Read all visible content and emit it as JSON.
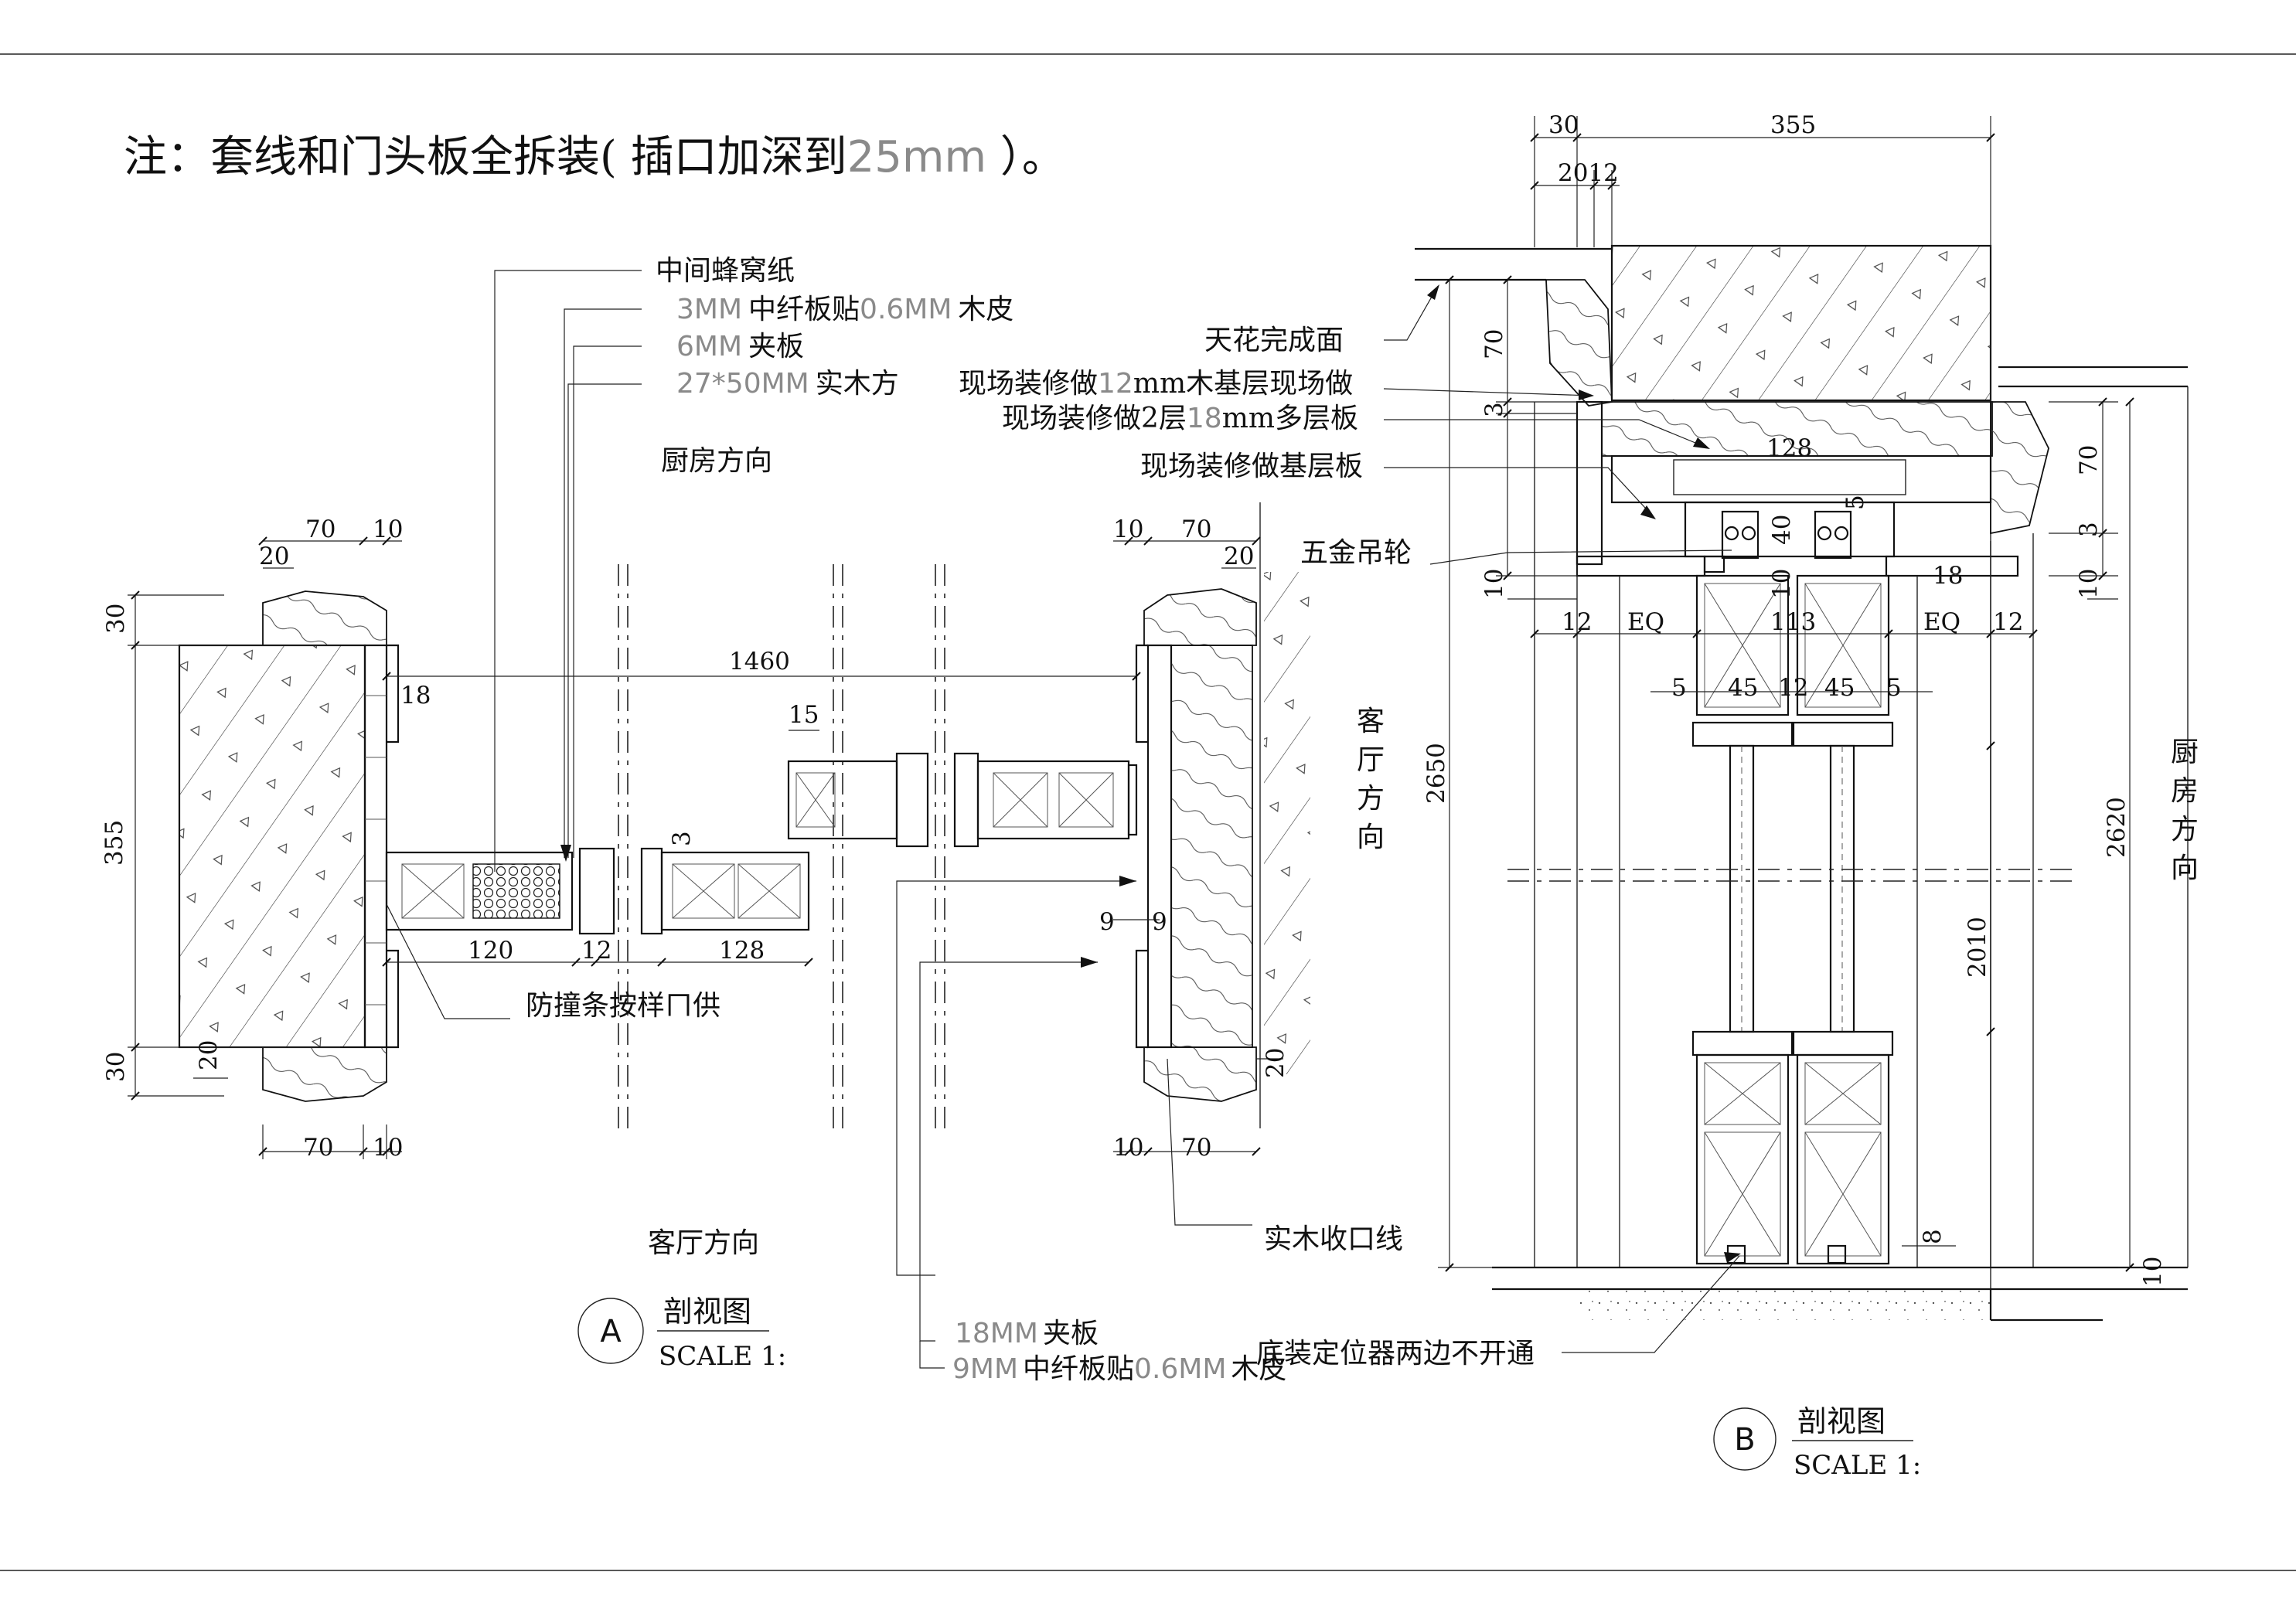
{
  "note": {
    "part1": "注：套线和门头板全拆装( 插口加深到",
    "part2": "25mm",
    "part3": " ）。"
  },
  "section_a": {
    "labels": {
      "honeycomb": "中间蜂窝纸",
      "mdf_3mm_a": "3MM",
      "mdf_3mm_b": "中纤板贴",
      "mdf_3mm_c": "0.6MM",
      "mdf_3mm_d": "木皮",
      "plywood_6mm_a": "6MM",
      "plywood_6mm_b": "夹板",
      "timber_a": "27*50MM",
      "timber_b": "实木方",
      "kitchen_dir": "厨房方向",
      "living_dir": "客厅方向",
      "living_vertical": [
        "客",
        "厅",
        "方",
        "向"
      ],
      "bump_strip": "防撞条按样ㄇ供",
      "trim": "实木收口线",
      "ply_18mm_a": "18MM",
      "ply_18mm_b": "夹板",
      "mdf_9mm_a": "9MM",
      "mdf_9mm_b": "中纤板贴",
      "mdf_9mm_c": "0.6MM",
      "mdf_9mm_d": "木皮"
    },
    "dims": {
      "d70_tl": "70",
      "d10_tl": "10",
      "d20_tl": "20",
      "d30_top": "30",
      "d355": "355",
      "d30_bot": "30",
      "d20_bl": "20",
      "d70_bl": "70",
      "d10_bl": "10",
      "d18": "18",
      "d1460": "1460",
      "d15": "15",
      "d3": "3",
      "d120": "120",
      "d12": "12",
      "d128": "128",
      "d10_tr": "10",
      "d70_tr": "70",
      "d20_tr": "20",
      "d9a": "9",
      "d9b": "9",
      "d10_br": "10",
      "d70_br": "70",
      "d20_br": "20"
    },
    "title": "剖视图",
    "scale": "SCALE 1:",
    "symbol": "A"
  },
  "section_b": {
    "labels": {
      "ceiling": "天花完成面",
      "site_12mm_a": "现场装修做",
      "site_12mm_b": "12",
      "site_12mm_c": "mm木基层现场做",
      "site_18mm_a": "现场装修做2层",
      "site_18mm_b": "18",
      "site_18mm_c": "mm多层板",
      "site_base": "现场装修做基层板",
      "hanger": "五金吊轮",
      "floor_guide": "底装定位器两边不开通",
      "kitchen_vertical": [
        "厨",
        "房",
        "方",
        "向"
      ]
    },
    "dims": {
      "d30": "30",
      "d355": "355",
      "d2012": "2012",
      "d70_l": "70",
      "d3_l": "3",
      "d128": "128",
      "d70_r": "70",
      "d3_r": "3",
      "d10_r": "10",
      "d10_l": "10",
      "d5_top": "5",
      "d40": "40",
      "d10_mid": "10",
      "d18": "18",
      "d12_l": "12",
      "eq_l": "EQ",
      "d113": "113",
      "eq_r": "EQ",
      "d12_r": "12",
      "d5_l": "5",
      "d45_l": "45",
      "d12_m": "12",
      "d45_r": "45",
      "d5_r": "5",
      "d2650": "2650",
      "d2620": "2620",
      "d2010": "2010",
      "d8": "8",
      "d10_bot": "10"
    },
    "title": "剖视图",
    "scale": "SCALE 1:",
    "symbol": "B"
  }
}
